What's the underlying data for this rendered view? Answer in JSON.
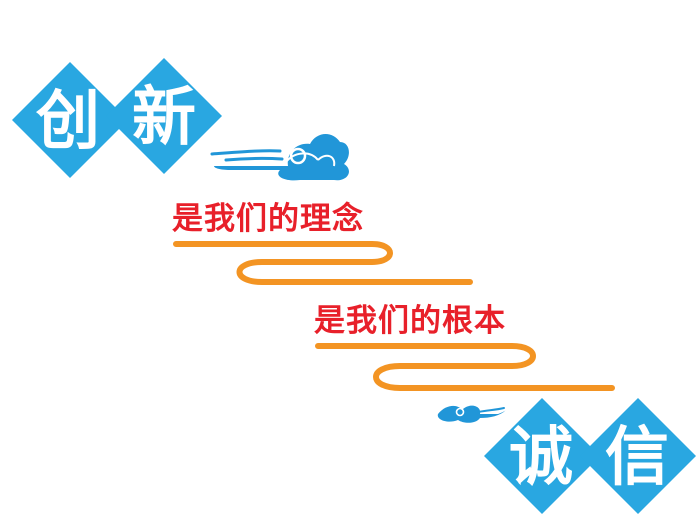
{
  "top_word": {
    "char1": "创",
    "char2": "新"
  },
  "slogan_1": "是我们的理念",
  "slogan_2": "是我们的根本",
  "bottom_word": {
    "char1": "诚",
    "char2": "信"
  },
  "colors": {
    "diamond_blue": "#29a7e1",
    "slogan_red": "#e8202a",
    "ribbon_orange": "#f39423",
    "cloud_blue": "#2196d8",
    "background": "#ffffff"
  },
  "icons": [
    "cloud-ornament-icon",
    "cloud-ornament-icon"
  ]
}
